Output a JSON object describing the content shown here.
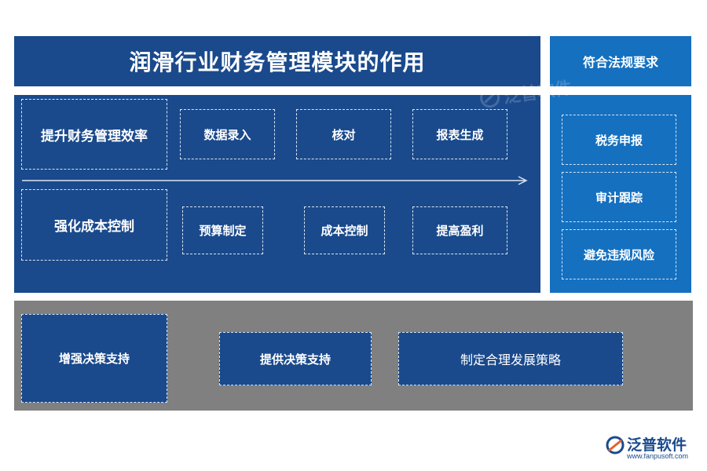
{
  "header": {
    "title": "润滑行业财务管理模块的作用",
    "compliance_title": "符合法规要求"
  },
  "efficiency": {
    "label": "提升财务管理效率",
    "steps": [
      "数据录入",
      "核对",
      "报表生成"
    ]
  },
  "cost": {
    "label": "强化成本控制",
    "steps": [
      "预算制定",
      "成本控制",
      "提高盈利"
    ]
  },
  "compliance": {
    "items": [
      "税务申报",
      "审计跟踪",
      "避免违规风险"
    ]
  },
  "decision": {
    "label": "增强决策支持",
    "steps": [
      "提供决策支持",
      "制定合理发展策略"
    ]
  },
  "branding": {
    "name": "泛普软件",
    "url": "www.fanpusoft.com",
    "watermark": "泛普软件"
  },
  "colors": {
    "primary": "#1a4a8c",
    "secondary": "#1570c0",
    "bottom_panel": "#808080"
  }
}
